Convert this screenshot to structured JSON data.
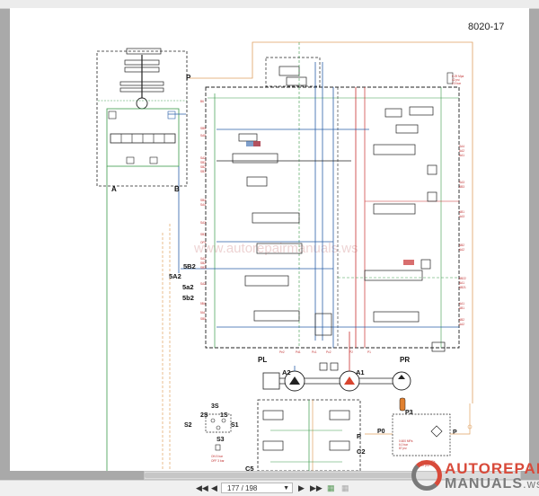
{
  "document": {
    "page_label": "8020-17",
    "watermark_url": "www.autorepairmanuals.ws"
  },
  "schematic": {
    "labels": {
      "p_top": "P",
      "a_port": "A",
      "b_port": "B",
      "five_b2": "5B2",
      "five_a2": "5A2",
      "five_a2_lower": "5a2",
      "five_b2_lower": "5b2",
      "pl": "PL",
      "pr": "PR",
      "a2": "A2",
      "a1": "A1",
      "three_s": "3S",
      "two_s": "2S",
      "one_s": "1S",
      "s2": "S2",
      "s1": "S1",
      "s3": "S3",
      "switch_on": "ON 5 bar",
      "switch_off": "OFF 3 bar",
      "c5": "C5",
      "c2": "C2",
      "p_mid": "P",
      "p0": "P0",
      "p3": "P3",
      "p_right": "P",
      "relief_top_1": "0.29 Mpa",
      "relief_top_2": "42 psi",
      "relief_top_3": "2.9 bar",
      "p0_spec_1": "0.600 MPa",
      "p0_spec_2": "6.0 bar",
      "p0_spec_3": "87 psi",
      "filter_spec_1": "0.600 MPa",
      "filter_spec_2": "87 psi"
    },
    "left_port_tags": [
      "B6",
      "SB5",
      "SA5",
      "SA2",
      "SB3",
      "SB2",
      "SB1",
      "SB4",
      "SA4",
      "SA3",
      "SB1",
      "OP1",
      "SA2",
      "SB2",
      "SB3",
      "SA2",
      "5B4",
      "5A1",
      "SB5"
    ],
    "right_port_tags": [
      "SA4",
      "AA2",
      "AA1",
      "SA3",
      "AB3",
      "AB1",
      "AA3",
      "AB2",
      "AA2",
      "AB22",
      "AA1",
      "AB21",
      "AA1",
      "AB1",
      "AB2",
      "AA2"
    ],
    "bottom_port_tags": [
      "Pe2",
      "Pd1",
      "Pc1",
      "Pc2",
      "P2",
      "P1"
    ]
  },
  "viewer": {
    "first_page_icon": "first-page-icon",
    "prev_page_icon": "prev-page-icon",
    "current_page": "177 / 198",
    "next_page_icon": "next-page-icon",
    "last_page_icon": "last-page-icon",
    "dropdown_icon": "chevron-down-icon",
    "tool1_icon": "page-view-icon",
    "tool2_icon": "page-layout-icon"
  },
  "watermark_logo": {
    "line1": "AUTOREPAIR",
    "line2": "MANUALS",
    "suffix": ".ws"
  },
  "colors": {
    "green": "#3a9a4a",
    "blue": "#2a5fa8",
    "red": "#c83030",
    "orange": "#e0a060",
    "dark": "#222222"
  }
}
